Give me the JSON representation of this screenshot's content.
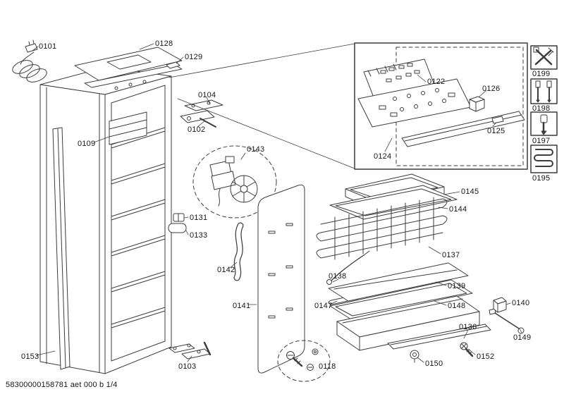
{
  "page": {
    "footer_code": "58300000158781 aet 000 b 1/4"
  },
  "labels": {
    "0101": "0101",
    "0102": "0102",
    "0103": "0103",
    "0104": "0104",
    "0109": "0109",
    "0118": "0118",
    "0122": "0122",
    "0124": "0124",
    "0125": "0125",
    "0126": "0126",
    "0128": "0128",
    "0129": "0129",
    "0131": "0131",
    "0133": "0133",
    "0136": "0136",
    "0137": "0137",
    "0138": "0138",
    "0139": "0139",
    "0140": "0140",
    "0141": "0141",
    "0142": "0142",
    "0143": "0143",
    "0144": "0144",
    "0145": "0145",
    "0147": "0147",
    "0148": "0148",
    "0149": "0149",
    "0150": "0150",
    "0152": "0152",
    "0153": "0153"
  },
  "toolbox": {
    "items": [
      {
        "code": "0199",
        "icon": "wrench-and-screwdriver-icon"
      },
      {
        "code": "0198",
        "icon": "screwdriver-set-icon"
      },
      {
        "code": "0197",
        "icon": "torx-screwdriver-icon"
      },
      {
        "code": "0195",
        "icon": "capillary-coil-icon"
      }
    ]
  }
}
